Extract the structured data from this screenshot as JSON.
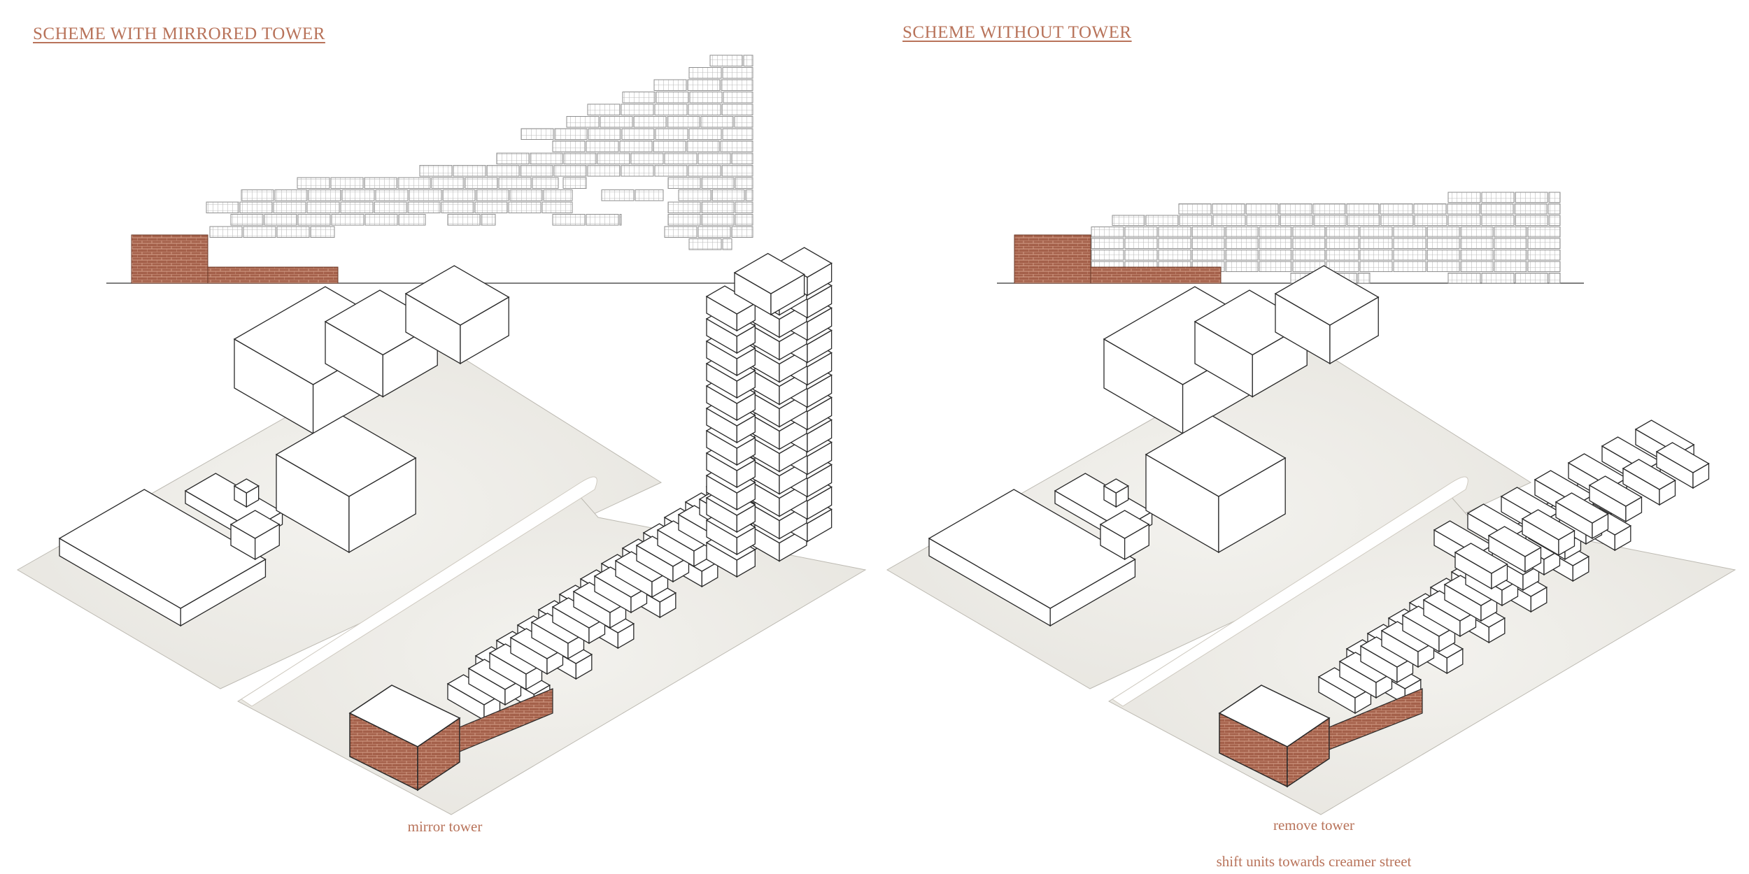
{
  "left_scheme": {
    "title": "SCHEME WITH MIRRORED TOWER",
    "caption": "mirror tower"
  },
  "right_scheme": {
    "title": "SCHEME WITHOUT TOWER",
    "caption": "remove tower",
    "note": "shift units towards creamer street"
  },
  "colors": {
    "accent_text": "#b8735a",
    "brick": "#a4604a",
    "site_ground": "#ecebe6",
    "line": "#2a2a2a",
    "elevation_grid": "#8e8e8e"
  }
}
